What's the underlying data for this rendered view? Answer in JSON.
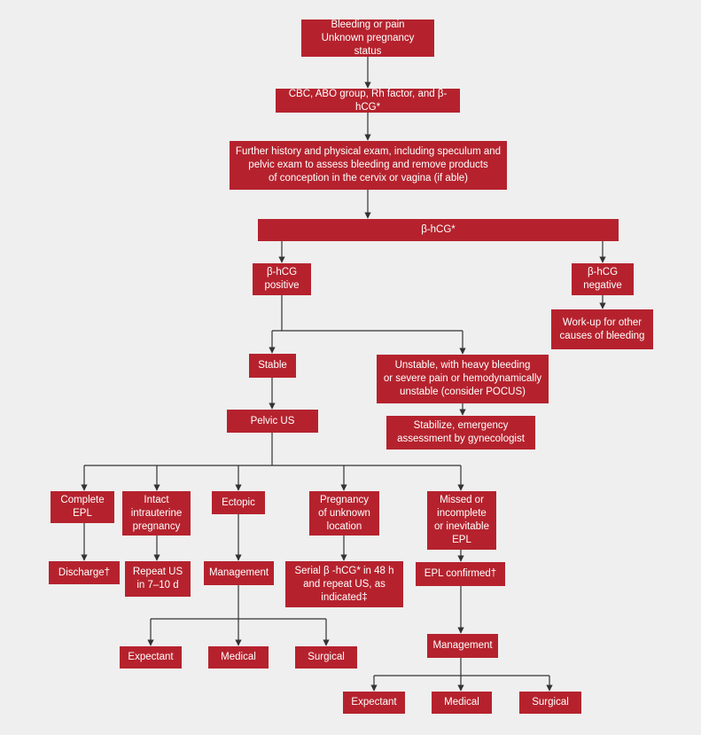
{
  "nodes": {
    "start": "Bleeding or pain\nUnknown pregnancy status",
    "labs": "CBC, ABO group, Rh factor, and β-hCG*",
    "history": "Further history and physical exam, including speculum and\npelvic exam to assess bleeding and remove products\nof conception in the cervix or vagina (if able)",
    "bhcg": "β-hCG*",
    "positive": "β-hCG\npositive",
    "negative": "β-hCG\nnegative",
    "workup": "Work-up for other\ncauses of bleeding",
    "stable": "Stable",
    "unstable": "Unstable, with heavy bleeding\nor severe pain or hemodynamically\nunstable (consider POCUS)",
    "stabilize": "Stabilize, emergency\nassessment by gynecologist",
    "pelvic_us": "Pelvic US",
    "complete_epl": "Complete\nEPL",
    "intact": "Intact\nintrauterine\npregnancy",
    "ectopic": "Ectopic",
    "pul": "Pregnancy\nof unknown\nlocation",
    "missed": "Missed or\nincomplete\nor inevitable\nEPL",
    "discharge": "Discharge†",
    "repeat_us": "Repeat US\nin 7–10 d",
    "management_ectopic": "Management",
    "serial": "Serial β -hCG* in 48 h\nand repeat US, as\nindicated‡",
    "epl_confirmed": "EPL confirmed†",
    "expectant_ectopic": "Expectant",
    "medical_ectopic": "Medical",
    "surgical_ectopic": "Surgical",
    "management_epl": "Management",
    "expectant_epl": "Expectant",
    "medical_epl": "Medical",
    "surgical_epl": "Surgical"
  },
  "colors": {
    "box": "#b5222d",
    "box_text": "#ffffff",
    "background": "#efefef",
    "connector": "#333333"
  }
}
